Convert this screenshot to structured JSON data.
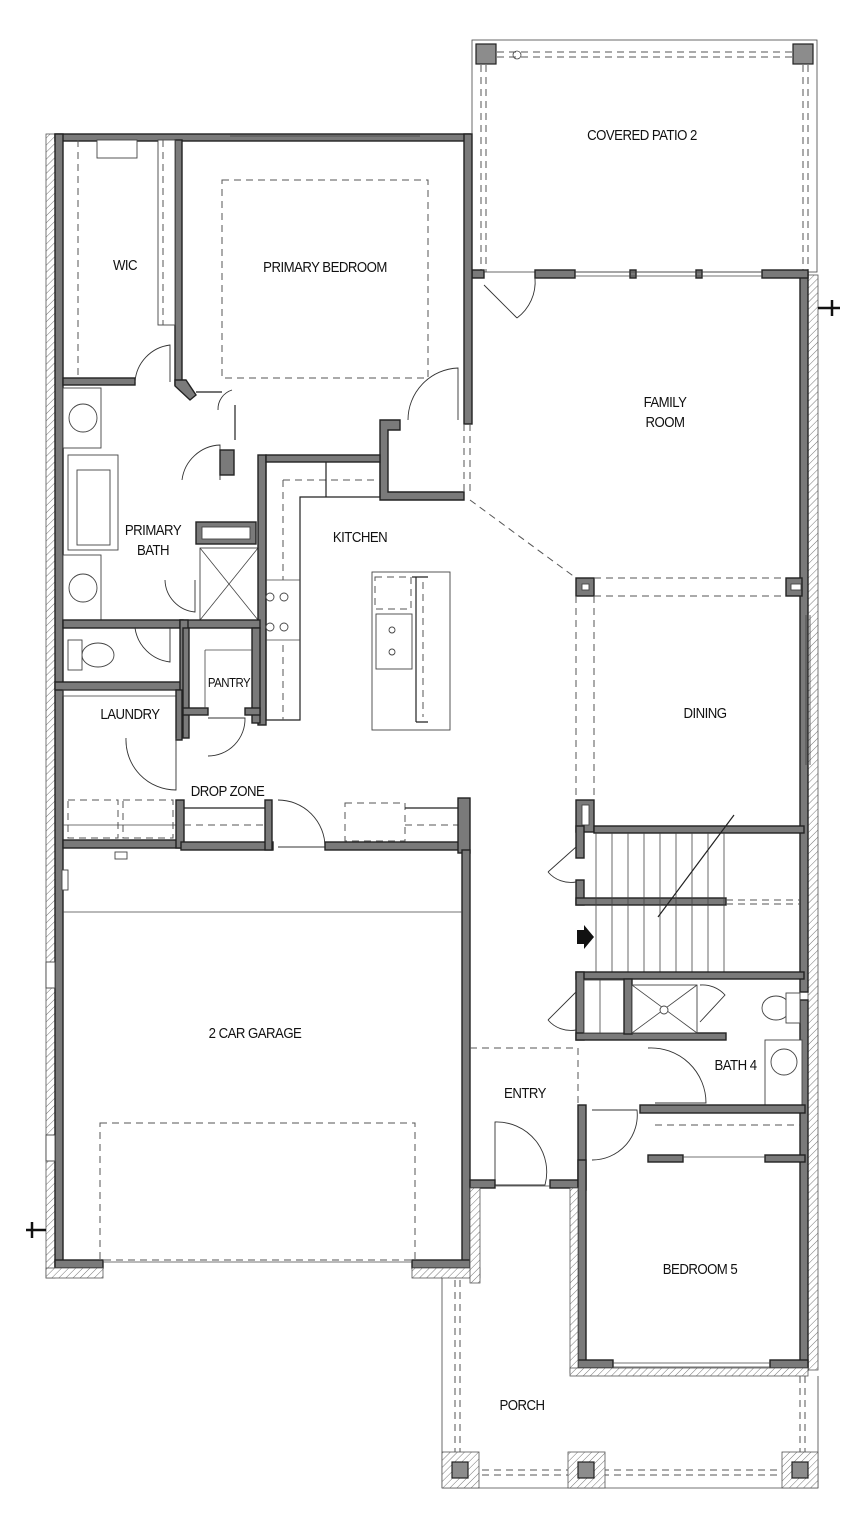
{
  "floor_plan": {
    "rooms": [
      {
        "id": "covered-patio",
        "label": "COVERED PATIO 2"
      },
      {
        "id": "wic",
        "label": "WIC"
      },
      {
        "id": "primary-bedroom",
        "label": "PRIMARY BEDROOM"
      },
      {
        "id": "family-room",
        "label": "FAMILY\nROOM"
      },
      {
        "id": "primary-bath",
        "label": "PRIMARY\nBATH"
      },
      {
        "id": "kitchen",
        "label": "KITCHEN"
      },
      {
        "id": "dining",
        "label": "DINING"
      },
      {
        "id": "pantry",
        "label": "PANTRY"
      },
      {
        "id": "laundry",
        "label": "LAUNDRY"
      },
      {
        "id": "drop-zone",
        "label": "DROP ZONE"
      },
      {
        "id": "garage",
        "label": "2 CAR GARAGE"
      },
      {
        "id": "entry",
        "label": "ENTRY"
      },
      {
        "id": "bath-4",
        "label": "BATH 4"
      },
      {
        "id": "bedroom-5",
        "label": "BEDROOM 5"
      },
      {
        "id": "porch",
        "label": "PORCH"
      }
    ],
    "markers": [
      {
        "id": "hose-bib-right",
        "symbol": "+"
      },
      {
        "id": "hose-bib-left",
        "symbol": "+"
      }
    ],
    "colors": {
      "wall_fill": "#7a7a7a",
      "line": "#222222",
      "background": "#ffffff"
    }
  }
}
